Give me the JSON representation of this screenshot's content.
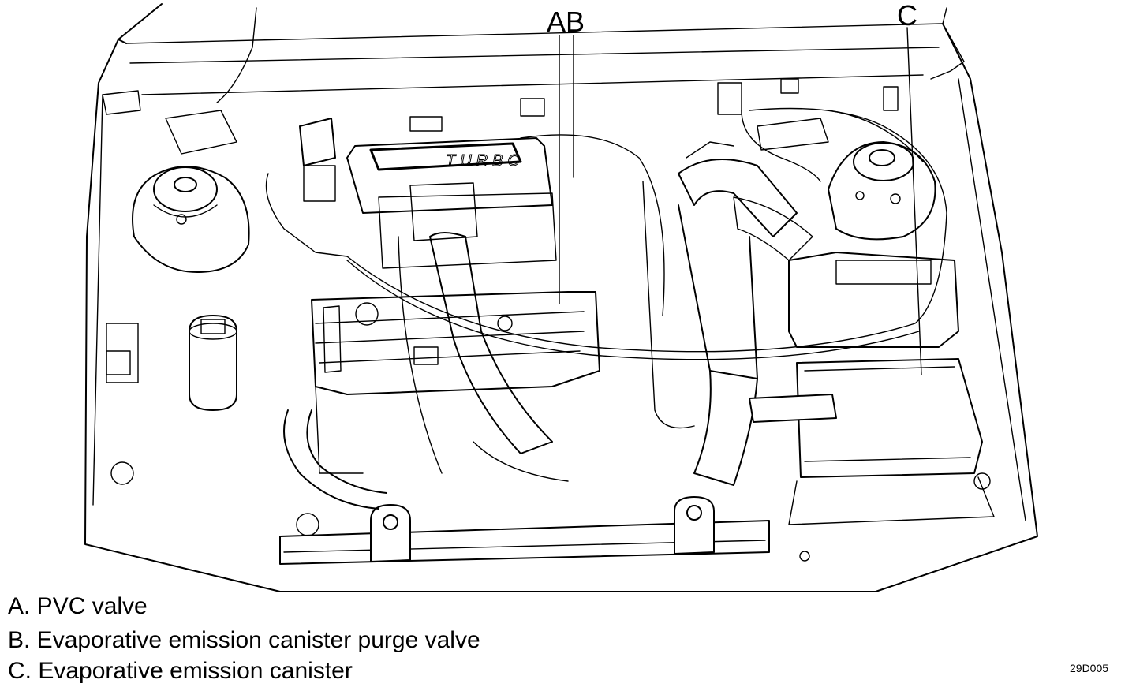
{
  "callouts": {
    "a": "A",
    "b": "B",
    "c": "C"
  },
  "legend": {
    "a": "A. PVC valve",
    "b": "B. Evaporative emission canister purge valve",
    "c": "C. Evaporative emission canister"
  },
  "cover_text": "TURBO",
  "figure_code": "29D005"
}
